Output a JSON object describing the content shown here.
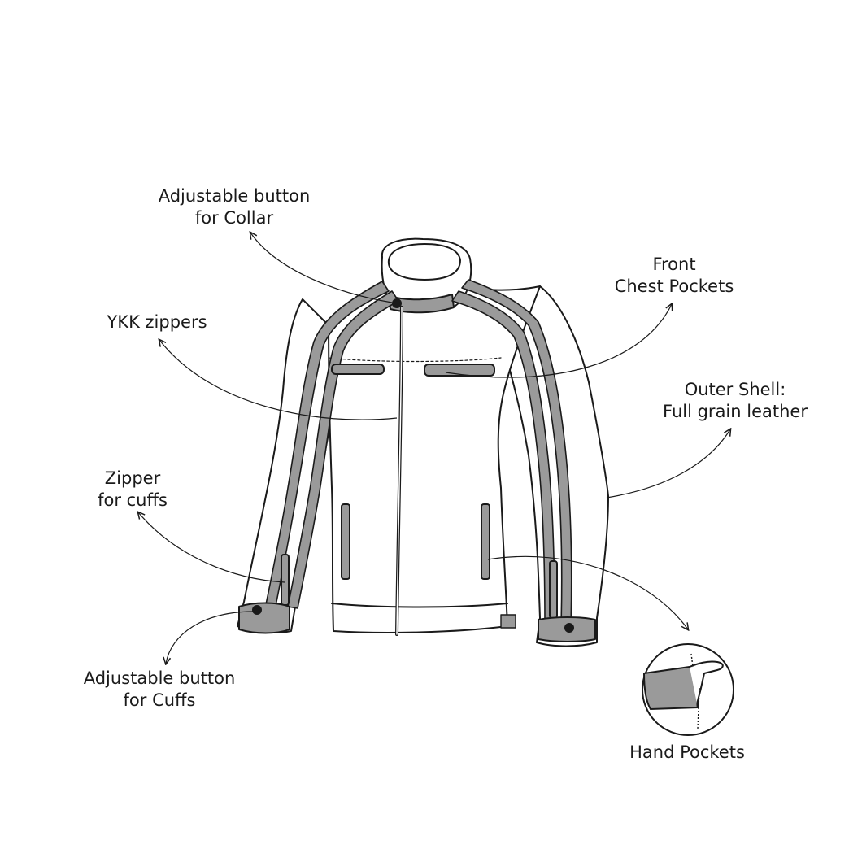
{
  "labels": {
    "collar_button": [
      "Adjustable button",
      "for Collar"
    ],
    "ykk_zippers": "YKK zippers",
    "zipper_cuffs": [
      "Zipper",
      "for cuffs"
    ],
    "adjustable_cuffs": [
      "Adjustable button",
      "for Cuffs"
    ],
    "chest_pockets": [
      "Front",
      "Chest Pockets"
    ],
    "outer_shell": [
      "Outer Shell:",
      "Full grain leather"
    ],
    "hand_pockets": "Hand Pockets"
  },
  "colors": {
    "line": "#1a1a1a",
    "stripe": "#9a9a9a",
    "background": "#ffffff"
  }
}
